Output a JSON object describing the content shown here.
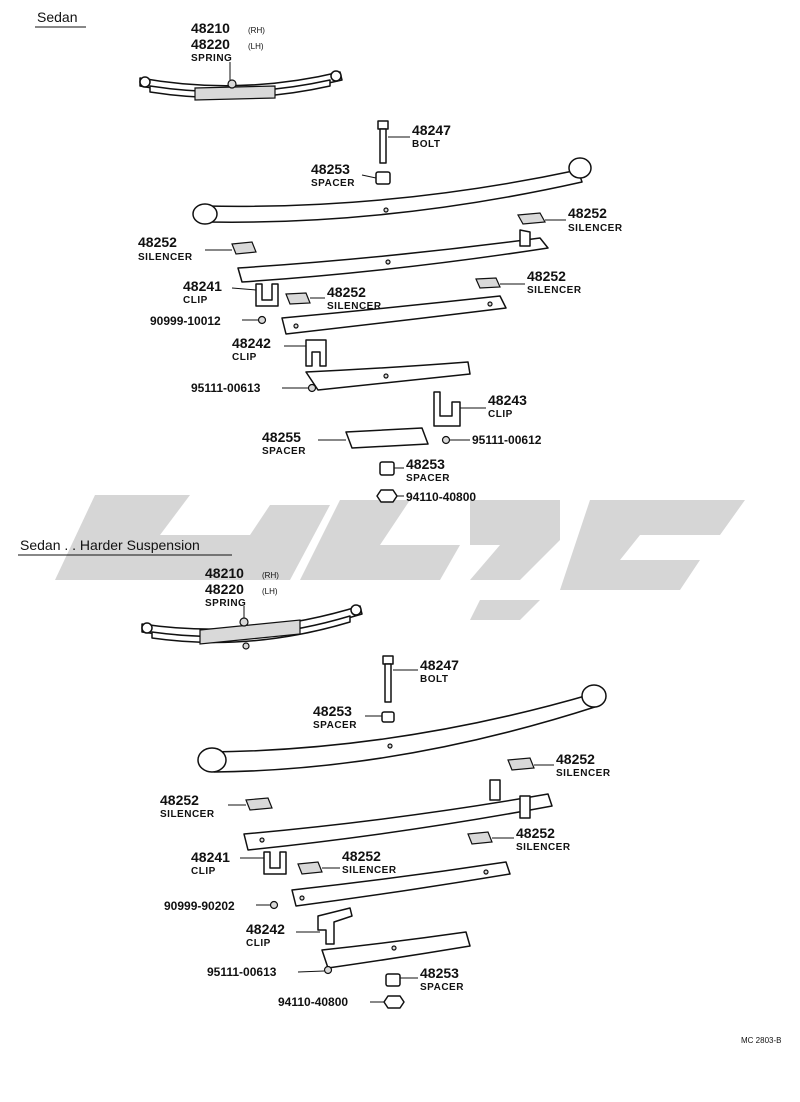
{
  "sections": {
    "sedan": {
      "title": "Sedan"
    },
    "harder": {
      "title": "Sedan . . Harder Suspension"
    }
  },
  "labels": {
    "s1_48210": "48210",
    "s1_rh": "(RH)",
    "s1_48220": "48220",
    "s1_lh": "(LH)",
    "s1_spring": "SPRING",
    "s1_48247": "48247",
    "s1_bolt": "BOLT",
    "s1_48253a": "48253",
    "s1_spacer_a": "SPACER",
    "s1_48252a": "48252",
    "s1_sil_a": "SILENCER",
    "s1_48252b": "48252",
    "s1_sil_b": "SILENCER",
    "s1_48252c": "48252",
    "s1_sil_c": "SILENCER",
    "s1_48252d": "48252",
    "s1_sil_d": "SILENCER",
    "s1_48241": "48241",
    "s1_clip_a": "CLIP",
    "s1_90999": "90999-10012",
    "s1_48242": "48242",
    "s1_clip_b": "CLIP",
    "s1_95111a": "95111-00613",
    "s1_48243": "48243",
    "s1_clip_c": "CLIP",
    "s1_48255": "48255",
    "s1_spacer_b": "SPACER",
    "s1_95111b": "95111-00612",
    "s1_48253b": "48253",
    "s1_spacer_c": "SPACER",
    "s1_94110": "94110-40800",
    "s2_48210": "48210",
    "s2_rh": "(RH)",
    "s2_48220": "48220",
    "s2_lh": "(LH)",
    "s2_spring": "SPRING",
    "s2_48247": "48247",
    "s2_bolt": "BOLT",
    "s2_48253a": "48253",
    "s2_spacer_a": "SPACER",
    "s2_48252a": "48252",
    "s2_sil_a": "SILENCER",
    "s2_48252b": "48252",
    "s2_sil_b": "SILENCER",
    "s2_48252c": "48252",
    "s2_sil_c": "SILENCER",
    "s2_48252d": "48252",
    "s2_sil_d": "SILENCER",
    "s2_48241": "48241",
    "s2_clip_a": "CLIP",
    "s2_90999": "90999-90202",
    "s2_48242": "48242",
    "s2_clip_b": "CLIP",
    "s2_95111": "95111-00613",
    "s2_48253b": "48253",
    "s2_spacer_b": "SPACER",
    "s2_94110": "94110-40800"
  },
  "reference": "MC 2803-B"
}
